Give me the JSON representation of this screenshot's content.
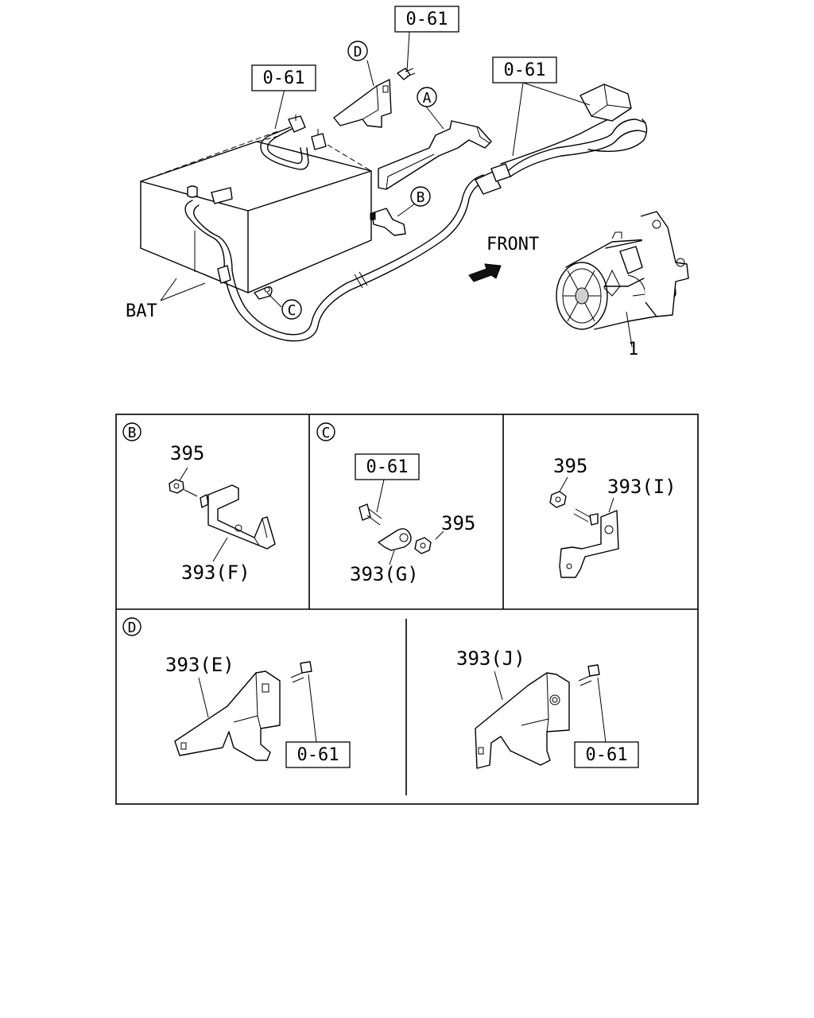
{
  "refs": {
    "ref_061": "0-61"
  },
  "letters": {
    "a": "A",
    "b": "B",
    "c": "C",
    "d": "D"
  },
  "main": {
    "front_label": "FRONT",
    "battery_label": "BAT",
    "starter_callout": "1"
  },
  "detail_b": {
    "nut": "395",
    "bracket": "393(F)"
  },
  "detail_c": {
    "nut": "395",
    "bracket": "393(G)"
  },
  "detail_i": {
    "nut": "395",
    "bracket": "393(I)"
  },
  "detail_d_left": {
    "bracket": "393(E)"
  },
  "detail_d_right": {
    "bracket": "393(J)"
  }
}
